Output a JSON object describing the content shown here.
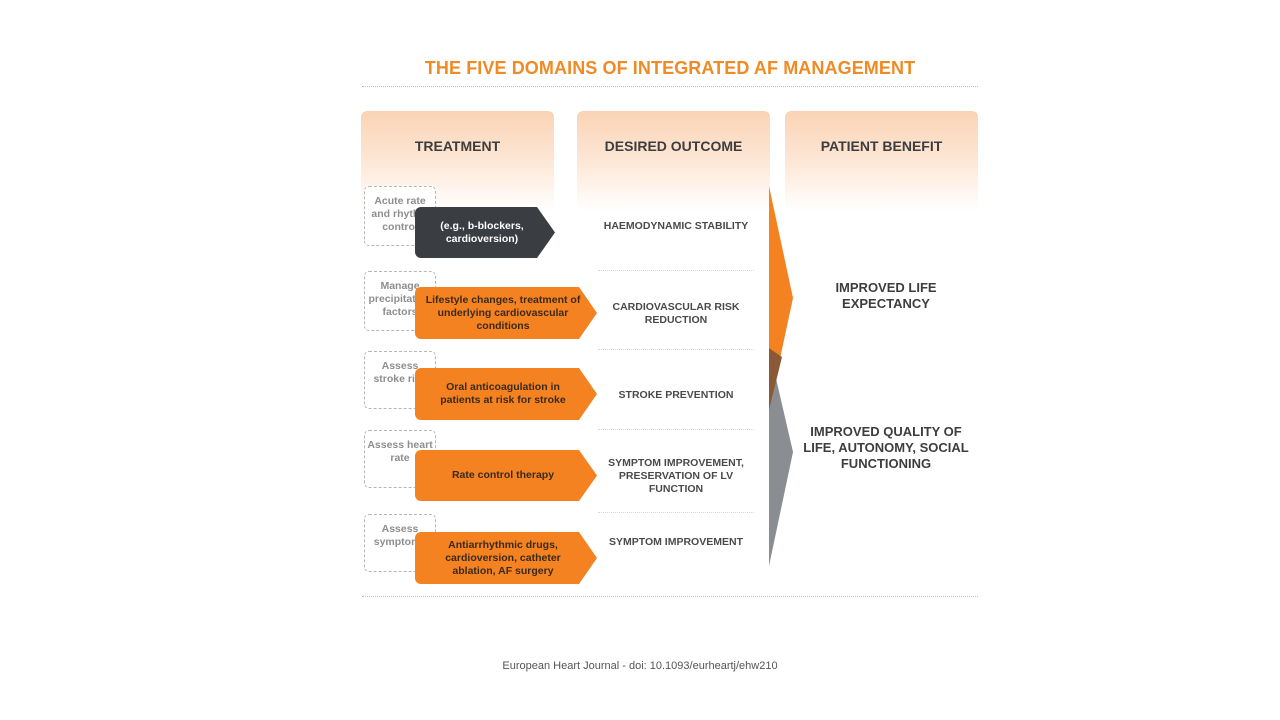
{
  "title": "THE FIVE DOMAINS OF INTEGRATED AF MANAGEMENT",
  "columns": {
    "treatment": "TREATMENT",
    "outcome": "DESIRED OUTCOME",
    "benefit": "PATIENT BENEFIT"
  },
  "rows": [
    {
      "domain": "Acute rate and rhythm control",
      "treatment": "(e.g., b-blockers, cardioversion)",
      "outcome": "HAEMODYNAMIC STABILITY"
    },
    {
      "domain": "Manage precipitating factors",
      "treatment": "Lifestyle changes, treatment of underlying cardiovascular conditions",
      "outcome": "CARDIOVASCULAR RISK REDUCTION"
    },
    {
      "domain": "Assess stroke risk",
      "treatment": "Oral anticoagulation in patients at risk for stroke",
      "outcome": "STROKE PREVENTION"
    },
    {
      "domain": "Assess heart rate",
      "treatment": "Rate control therapy",
      "outcome": "SYMPTOM IMPROVEMENT, PRESERVATION OF LV FUNCTION"
    },
    {
      "domain": "Assess symptoms",
      "treatment": "Antiarrhythmic drugs, cardioversion, catheter ablation, AF surgery",
      "outcome": "SYMPTOM IMPROVEMENT"
    }
  ],
  "benefits": [
    "IMPROVED LIFE EXPECTANCY",
    "IMPROVED QUALITY OF LIFE, AUTONOMY, SOCIAL FUNCTIONING"
  ],
  "source": "European Heart Journal - doi: 10.1093/eurheartj/ehw210",
  "colors": {
    "accent": "#f58220",
    "dark": "#3a3d42",
    "grey": "#8a8d91"
  }
}
